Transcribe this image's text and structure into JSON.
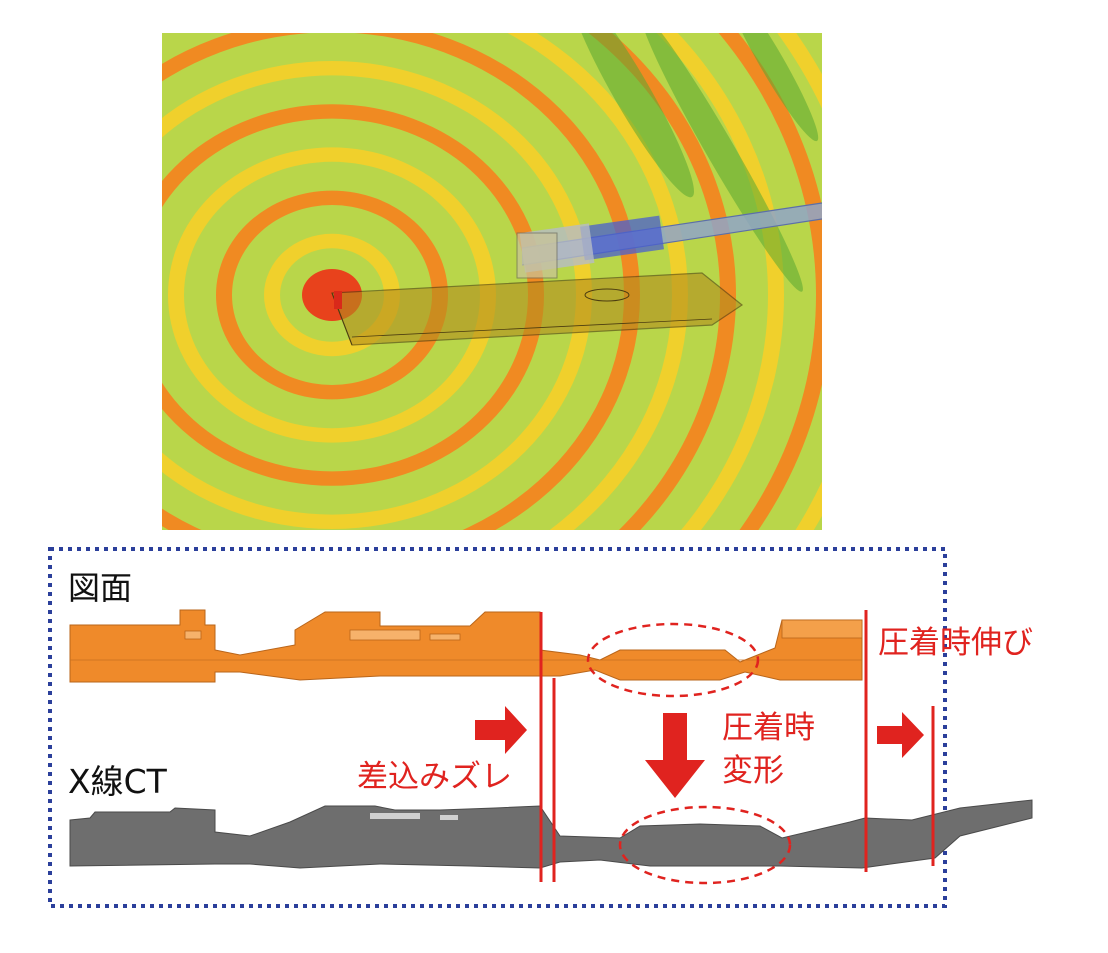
{
  "figure": {
    "simulation_panel": {
      "description_icon": "field-distribution-heatmap-icon",
      "palette": [
        "#e8421c",
        "#f08a22",
        "#f0d02c",
        "#b9d64a",
        "#5aa832"
      ]
    },
    "comparison_panel": {
      "border_color": "#2b3f9b",
      "row_labels": {
        "drawing": "図面",
        "xray_ct": "X線CT"
      },
      "annotations": {
        "crimp_elongation": "圧着時伸び",
        "insertion_offset": "差込みズレ",
        "crimp_deformation_line1": "圧着時",
        "crimp_deformation_line2": "変形"
      },
      "colors": {
        "drawing_model": "#ef8a2a",
        "ct_model": "#6e6e6e",
        "annotation": "#e0231f"
      }
    }
  }
}
